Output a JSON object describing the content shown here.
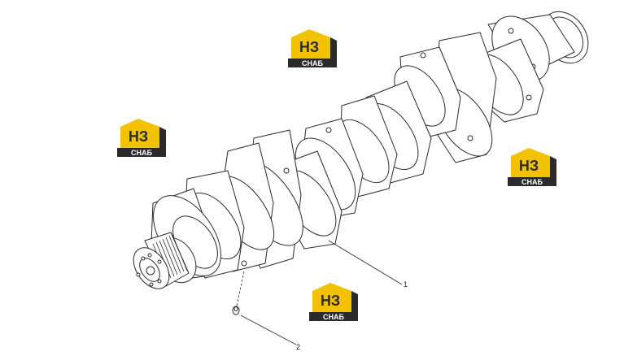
{
  "logo": {
    "monogram": "НЗ",
    "caption": "СНАБ",
    "colors": {
      "yellow": "#f2c200",
      "dark": "#2b2b2b",
      "white": "#ffffff"
    }
  },
  "callouts": [
    {
      "id": "1",
      "label": "1"
    },
    {
      "id": "2",
      "label": "2"
    }
  ],
  "colors": {
    "line": "#2a2a2a",
    "fill": "#ffffff"
  }
}
